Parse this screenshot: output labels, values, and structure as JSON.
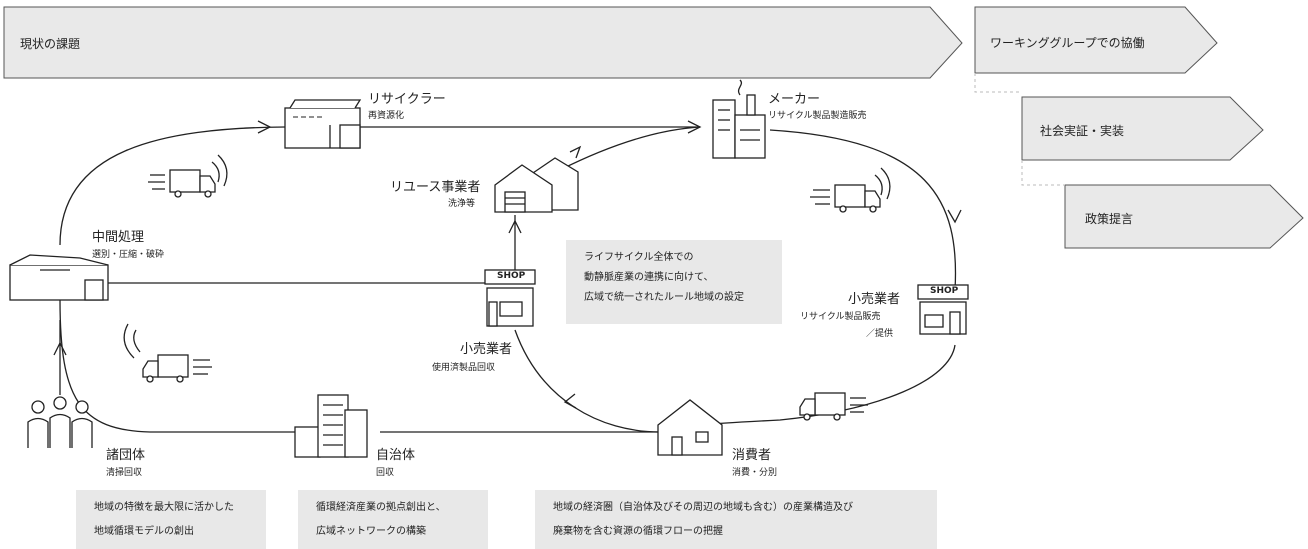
{
  "banners": {
    "current": "現状の課題",
    "working_group": "ワーキンググループでの協働",
    "social": "社会実証・実装",
    "policy": "政策提言"
  },
  "nodes": {
    "recycler": {
      "name": "リサイクラー",
      "sub": "再資源化"
    },
    "maker": {
      "name": "メーカー",
      "sub": "リサイクル製品製造販売"
    },
    "reuse": {
      "name": "リユース事業者",
      "sub": "洗浄等"
    },
    "intermediate": {
      "name": "中間処理",
      "sub": "選別・圧縮・破砕"
    },
    "retailer_right": {
      "name": "小売業者",
      "sub": "リサイクル製品販売",
      "sub2": "／提供"
    },
    "retailer_center": {
      "name": "小売業者",
      "sub": "使用済製品回収"
    },
    "consumer": {
      "name": "消費者",
      "sub": "消費・分別"
    },
    "municipality": {
      "name": "自治体",
      "sub": "回収"
    },
    "groups": {
      "name": "諸団体",
      "sub": "清掃回収"
    }
  },
  "shop_sign": "SHOP",
  "boxes": {
    "center": [
      "ライフサイクル全体での",
      "動静脈産業の連携に向けて、",
      "広域で統一されたルール地域の設定"
    ],
    "left": [
      "地域の特徴を最大限に活かした",
      "地域循環モデルの創出"
    ],
    "mid": [
      "循環経済産業の拠点創出と、",
      "広域ネットワークの構築"
    ],
    "right": [
      "地域の経済圏（自治体及びその周辺の地域も含む）の産業構造及び",
      "廃棄物を含む資源の循環フローの把握"
    ]
  }
}
